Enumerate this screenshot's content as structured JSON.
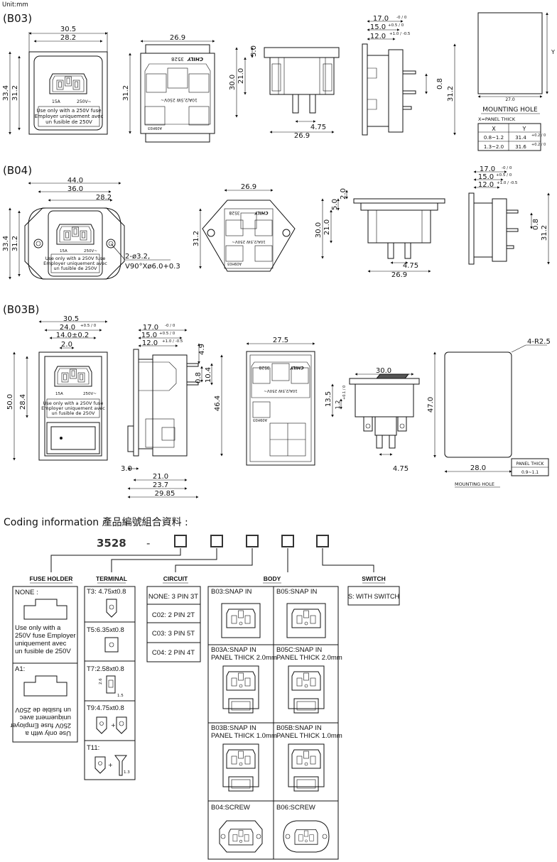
{
  "unit": "Unit:mm",
  "sections": {
    "b03": "(B03)",
    "b04": "(B04)",
    "b03b": "(B03B)"
  },
  "b03": {
    "front": {
      "w1": "30.5",
      "w2": "28.2",
      "h1": "33.4",
      "h2": "31.2",
      "fuse_text": [
        "Use only with a 250V fuse",
        "Employer uniquement avec",
        "un fusible de 250V"
      ],
      "rating1": "15A",
      "rating2": "250V~"
    },
    "back": {
      "w": "26.9",
      "h": "31.2",
      "code": "3528",
      "brand": "CHILY",
      "rating": "10A/2,5W 250V~",
      "part": "A09H03"
    },
    "side": {
      "h1": "5.0",
      "h2": "30.0",
      "h3": "21.0",
      "w1": "4.75",
      "w2": "26.9"
    },
    "profile": {
      "d1": "17.0",
      "d1t": "-0 / 0",
      "d2": "15.0",
      "d2t": "+0.5 / 0",
      "d3": "12.0",
      "d3t": "+1.0 / -0.5",
      "h1": "0.8",
      "h2": "31.2"
    },
    "mounting": {
      "title": "MOUNTING HOLE",
      "x_label": "X=PANEL THICK",
      "width": "27.0",
      "y_axis": "Y",
      "col_x": "X",
      "col_y": "Y",
      "rows": [
        [
          "0.8~1.2",
          "31.4",
          "+0.2 / 0"
        ],
        [
          "1.3~2.0",
          "31.6",
          "+0.2 / 0"
        ]
      ]
    }
  },
  "b04": {
    "front": {
      "w1": "44.0",
      "w2": "36.0",
      "w3": "28.2",
      "h1": "33.4",
      "h2": "31.2",
      "holes": "2-ø3.2,",
      "holes2": "V90°Xø6.0+0.3",
      "fuse_text": [
        "Use only with a 250V fuse",
        "Employer uniquement avec",
        "un fusible de 250V"
      ],
      "rating1": "15A",
      "rating2": "250V~"
    },
    "back": {
      "w": "26.9",
      "h": "31.2",
      "code": "3528",
      "brand": "CHILY",
      "rating": "10A/2,5W 250V~",
      "part": "A09H03"
    },
    "side": {
      "h1": "2.0",
      "h2": "5.0",
      "h3": "21.0",
      "h4": "30.0",
      "w1": "4.75",
      "w2": "26.9"
    },
    "profile": {
      "d1": "17.0",
      "d1t": "-0 / 0",
      "d2": "15.0",
      "d2t": "+0.5 / 0",
      "d3": "12.0",
      "d3t": "+1.0 / -0.5",
      "h1": "0.8",
      "h2": "31.2"
    }
  },
  "b03b": {
    "front": {
      "w1": "30.5",
      "w2": "24.0",
      "w2t": "+0.5 / 0",
      "w3": "14.0±0.2",
      "w4": "2.0",
      "h1": "50.0",
      "h2": "28.4",
      "fuse_text": [
        "Use only with a 250V fuse",
        "Employer uniquement avec",
        "un fusible de 250V"
      ],
      "rating1": "15A",
      "rating2": "250V~"
    },
    "side": {
      "d1": "17.0",
      "d1t": "-0 / 0",
      "d2": "15.0",
      "d2t": "+0.5 / 0",
      "d3": "12.0",
      "d3t": "+1.0 / -0.5",
      "h1": "4.9",
      "h2": "0.8",
      "h3": "10.4",
      "h4": "46.4",
      "w1": "3.0",
      "w2": "21.0",
      "w3": "23.7",
      "w4": "29.85"
    },
    "back": {
      "w": "27.5",
      "code": "3528",
      "brand": "CHILY",
      "rating": "10A/2,5W 250V~",
      "part": "A09H03"
    },
    "switch": {
      "w": "30.0",
      "h1": "13.5",
      "h2": "1.2",
      "h2t": "+0.1 / 0",
      "w2": "4.75"
    },
    "mounting": {
      "corner": "4-R2.5",
      "h": "47.0",
      "w": "28.0",
      "panel": "PANEL THICK",
      "panel_val": "0.9~1.1",
      "title": "MOUNTING HOLE"
    }
  },
  "coding": {
    "title": "Coding information 產品編號組合資料 :",
    "code": "3528",
    "dash": "-",
    "headers": {
      "fuse": "FUSE HOLDER",
      "terminal": "TERMINAL",
      "circuit": "CIRCUIT",
      "body": "BODY",
      "switch": "SWITCH"
    },
    "fuse": {
      "none": "NONE :",
      "none_text": [
        "Use only with a",
        "250V fuse Employer",
        "uniquement avec",
        "un fusible de 250V"
      ],
      "a1": "A1:",
      "a1_text": [
        "Use only with a",
        "250V fuse Employer",
        "uniquement avec",
        "un fusible de 250V"
      ]
    },
    "terminal": [
      {
        "label": "T3: 4.75xt0.8"
      },
      {
        "label": "T5:6.35xt0.8"
      },
      {
        "label": "T7:2.58xt0.8",
        "d1": "2.6",
        "d2": "1.5"
      },
      {
        "label": "T9:4.75xt0.8"
      },
      {
        "label": "T11:",
        "d1": "1.3"
      }
    ],
    "circuit": [
      "NONE: 3 PIN 3T",
      "C02: 2 PIN 2T",
      "C03: 3 PIN 5T",
      "C04: 2 PIN 4T"
    ],
    "body": [
      {
        "label": "B03:SNAP IN",
        "sub": ""
      },
      {
        "label": "B05:SNAP IN",
        "sub": ""
      },
      {
        "label": "B03A:SNAP IN",
        "sub": "PANEL THICK 2.0mm"
      },
      {
        "label": "B05C:SNAP IN",
        "sub": "PANEL THICK 2.0mm"
      },
      {
        "label": "B03B:SNAP IN",
        "sub": "PANEL THICK 1.0mm"
      },
      {
        "label": "B05B:SNAP IN",
        "sub": "PANEL THICK 1.0mm"
      },
      {
        "label": "B04:SCREW",
        "sub": ""
      },
      {
        "label": "B06:SCREW",
        "sub": ""
      }
    ],
    "switch": "S: WITH SWITCH"
  }
}
